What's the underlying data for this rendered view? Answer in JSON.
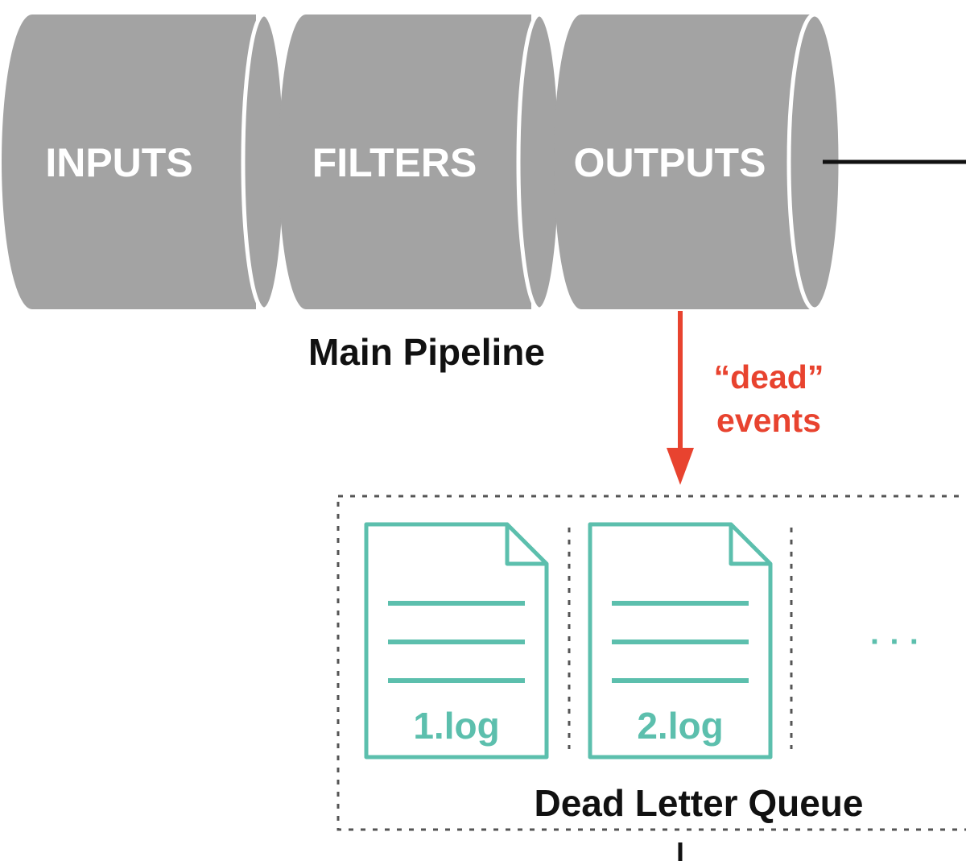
{
  "pipeline": {
    "segments": [
      {
        "label": "INPUTS"
      },
      {
        "label": "FILTERS"
      },
      {
        "label": "OUTPUTS"
      }
    ],
    "caption": "Main Pipeline"
  },
  "arrow": {
    "label_line1": "“dead”",
    "label_line2": "events"
  },
  "dlq": {
    "files": [
      {
        "label": "1.log"
      },
      {
        "label": "2.log"
      }
    ],
    "ellipsis": "· · ·",
    "caption": "Dead Letter Queue"
  },
  "colors": {
    "cylinder": "#a3a3a3",
    "arrow": "#e8432f",
    "file": "#5cbfad",
    "text": "#111111"
  }
}
